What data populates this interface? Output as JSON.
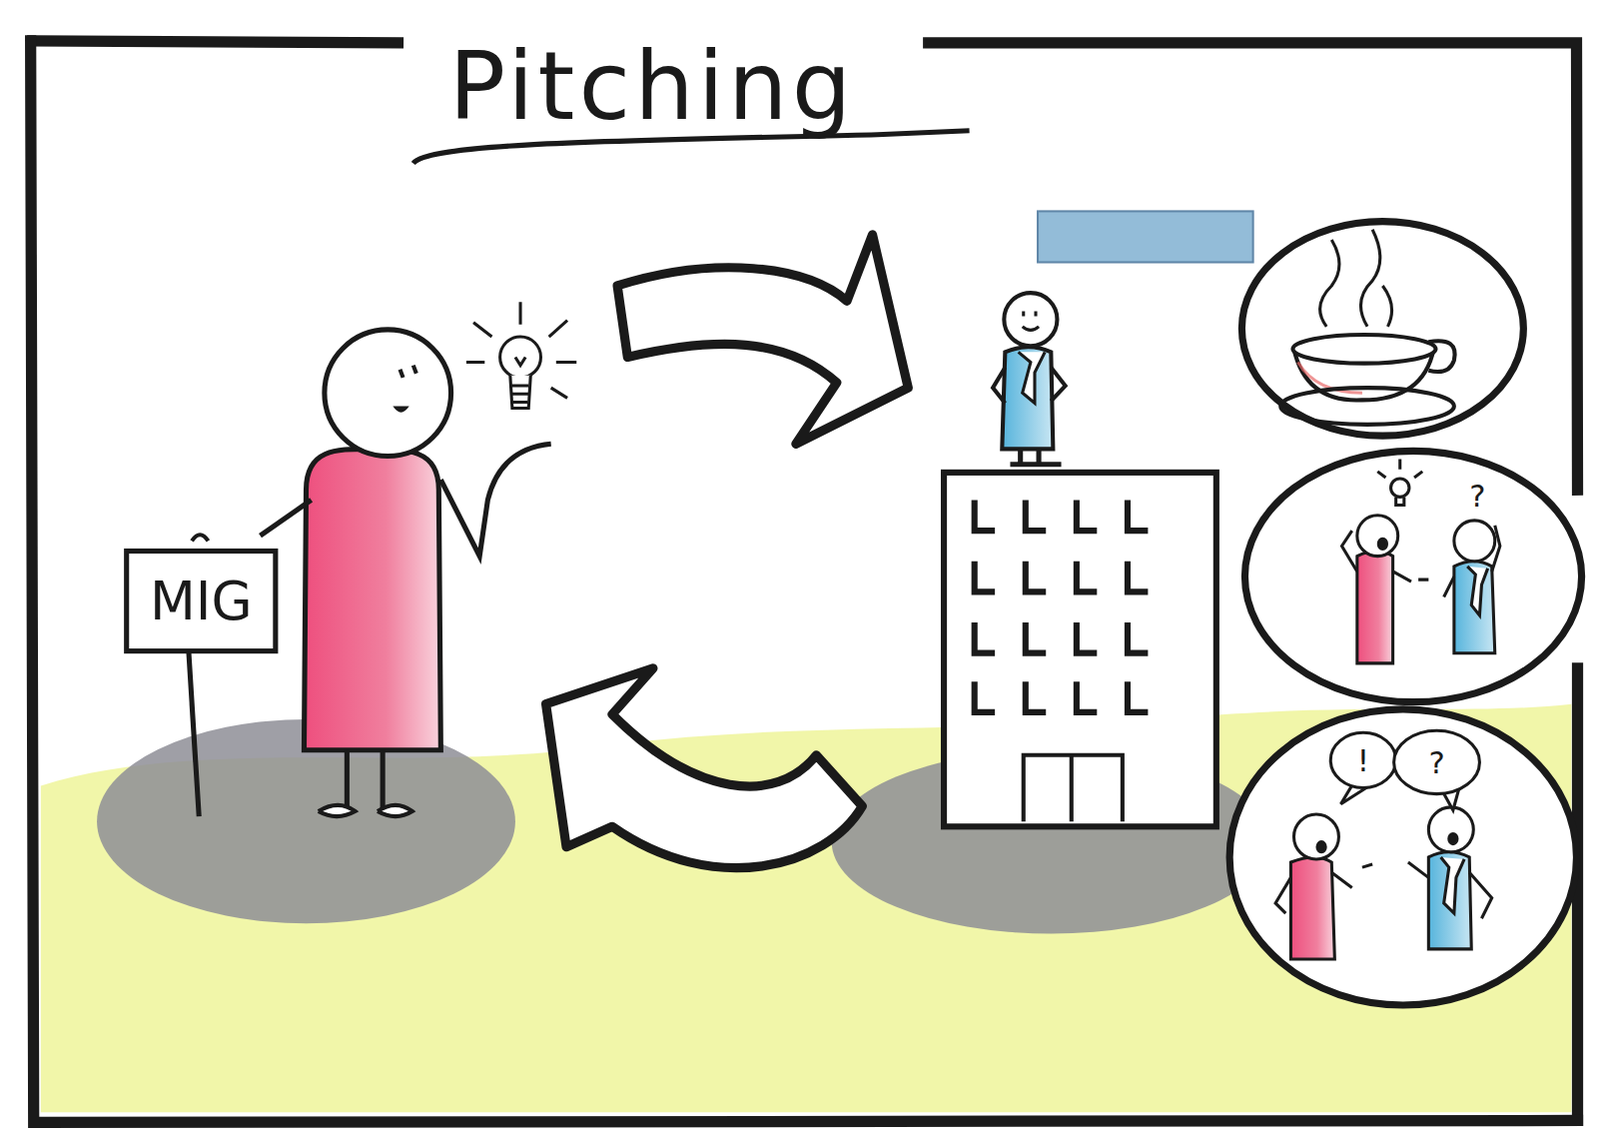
{
  "diagram": {
    "title": "Pitching",
    "nodes": [
      {
        "text": [
          "MIG"
        ]
      },
      {
        "text": [
          "!"
        ]
      },
      {
        "text": [
          "?"
        ]
      }
    ],
    "labels": [
      "?"
    ]
  }
}
